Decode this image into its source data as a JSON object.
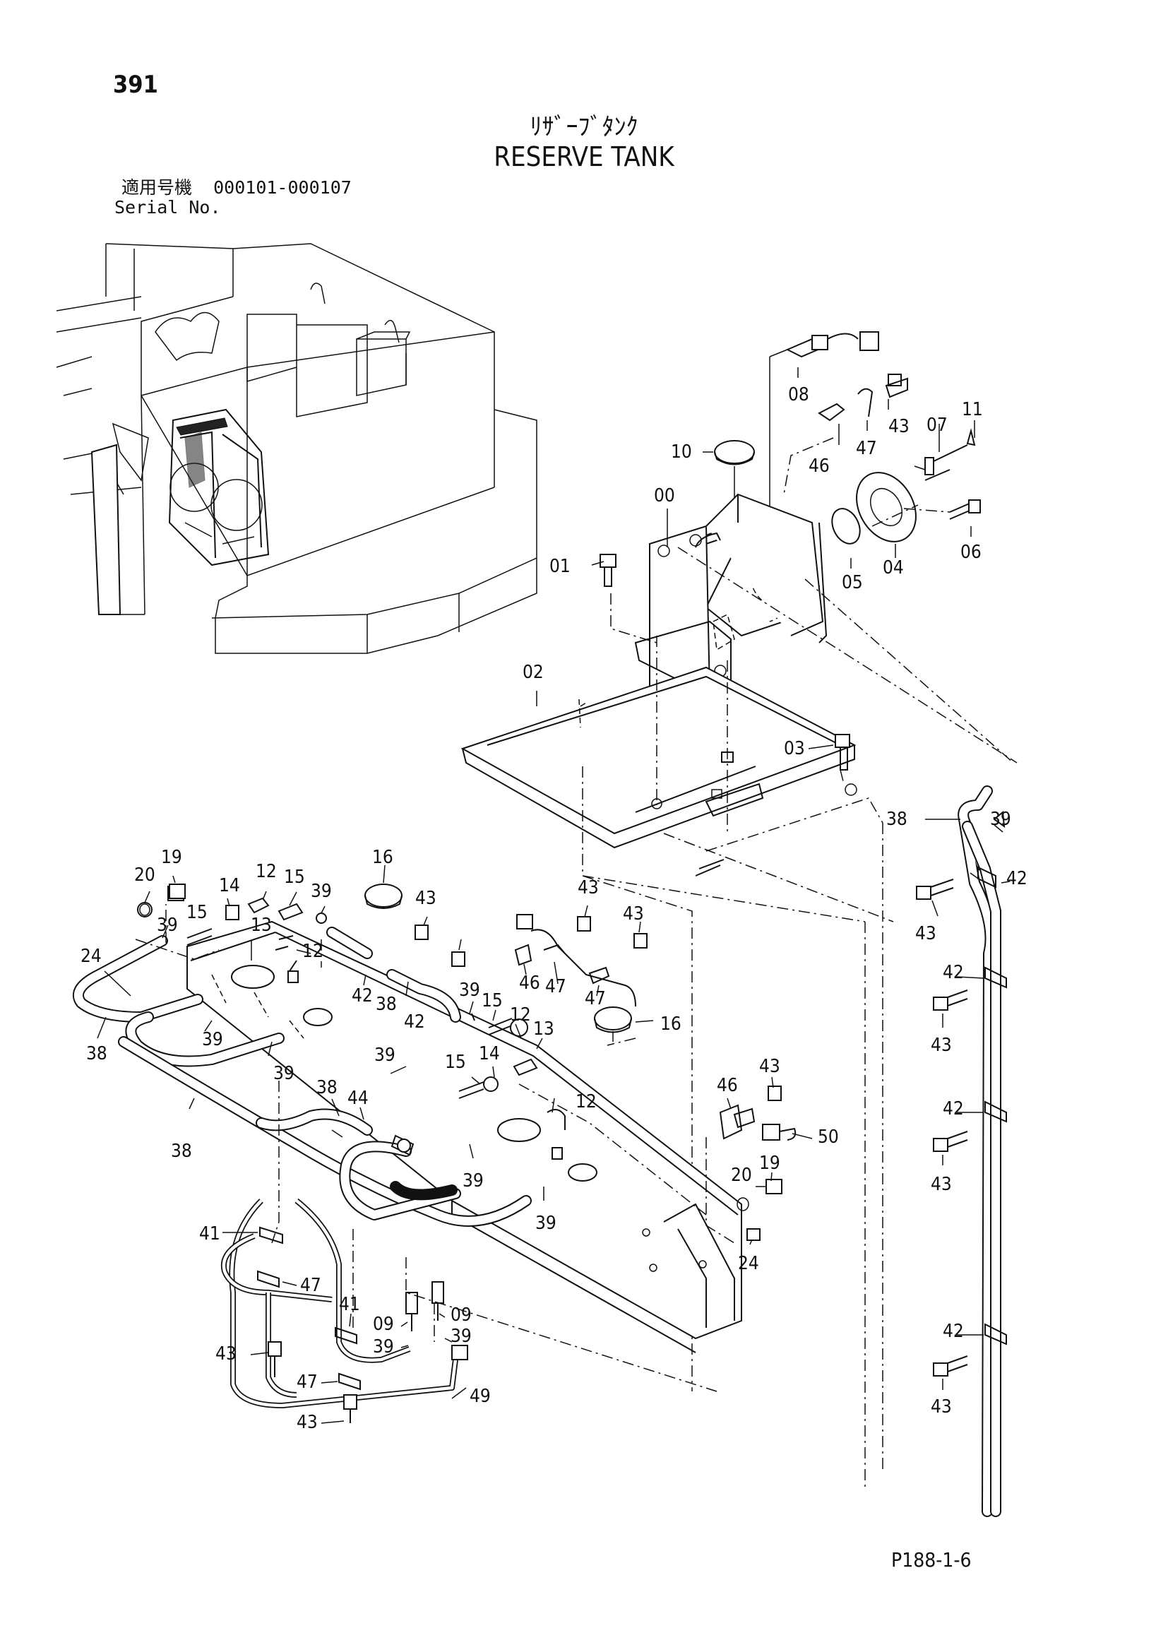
{
  "header": {
    "page_number": "391",
    "title_jp": "ﾘｻﾞｰﾌﾞﾀﾝｸ",
    "title_en": "RESERVE TANK",
    "serial_label_jp": "適用号機",
    "serial_range": "000101-000107",
    "serial_label_en": "Serial No."
  },
  "footer": {
    "page_ref": "P188-1-6"
  },
  "callouts": {
    "c00": "00",
    "c01": "01",
    "c02": "02",
    "c03": "03",
    "c04": "04",
    "c05": "05",
    "c06": "06",
    "c07": "07",
    "c08": "08",
    "c10": "10",
    "c11": "11",
    "c43a": "43",
    "c46a": "46",
    "c47a": "47",
    "c38r": "38",
    "c39r": "39",
    "c42r1": "42",
    "c43r1": "43",
    "c42r2": "42",
    "c43r2": "43",
    "c42r3": "42",
    "c43r3": "43",
    "c42r4": "42",
    "c43r4": "43",
    "c19a": "19",
    "c20a": "20",
    "c14a": "14",
    "c12a": "12",
    "c15a": "15",
    "c39a": "39",
    "c16a": "16",
    "c43b": "43",
    "c15b": "15",
    "c39b": "39",
    "c13a": "13",
    "c12b": "12",
    "c24a": "24",
    "c43c": "43",
    "c43d": "43",
    "c46b": "46",
    "c47b": "47",
    "c47c": "47",
    "c42a": "42",
    "c38a": "38",
    "c42b": "42",
    "c39c": "39",
    "c15c": "15",
    "c12c": "12",
    "c13b": "13",
    "c16b": "16",
    "c38b": "38",
    "c39d": "39",
    "c39e": "39",
    "c39f": "39",
    "c15d": "15",
    "c14b": "14",
    "c38c": "38",
    "c44a": "44",
    "c12d": "12",
    "c38d": "38",
    "c46c": "46",
    "c43e": "43",
    "c50a": "50",
    "c20b": "20",
    "c19b": "19",
    "c39g": "39",
    "c39h": "39",
    "c24b": "24",
    "c41a": "41",
    "c47d": "47",
    "c41b": "41",
    "c09a": "09",
    "c09b": "09",
    "c39i": "39",
    "c39j": "39",
    "c43f": "43",
    "c47e": "47",
    "c49a": "49",
    "c43g": "43"
  }
}
